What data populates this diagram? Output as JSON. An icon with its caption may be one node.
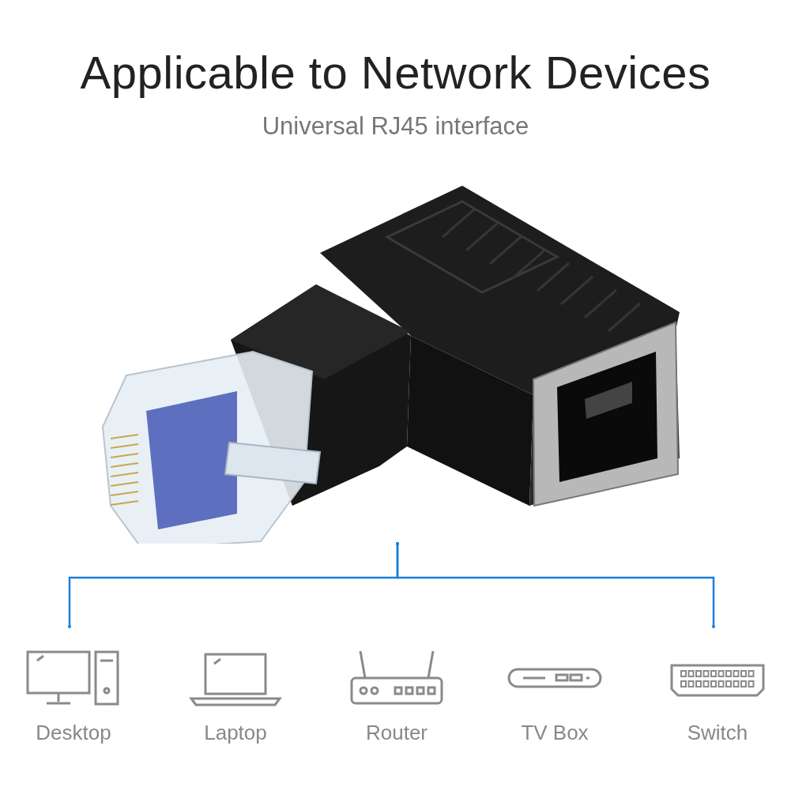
{
  "diagram": {
    "title": "Applicable to Network Devices",
    "nodes": [
      {
        "text": [],
        "shape": "picture"
      },
      {
        "text": [
          "Desktop"
        ]
      },
      {
        "text": [
          "Laptop"
        ]
      },
      {
        "text": [
          "Router"
        ]
      },
      {
        "text": [
          "TV Box"
        ]
      },
      {
        "text": [
          "Switch"
        ]
      }
    ],
    "edges": [
      {
        "from": 0,
        "to": 1,
        "arrow": "other"
      },
      {
        "from": 0,
        "to": 5,
        "arrow": "other"
      }
    ],
    "labels": [
      "Universal RJ45 interface"
    ]
  }
}
